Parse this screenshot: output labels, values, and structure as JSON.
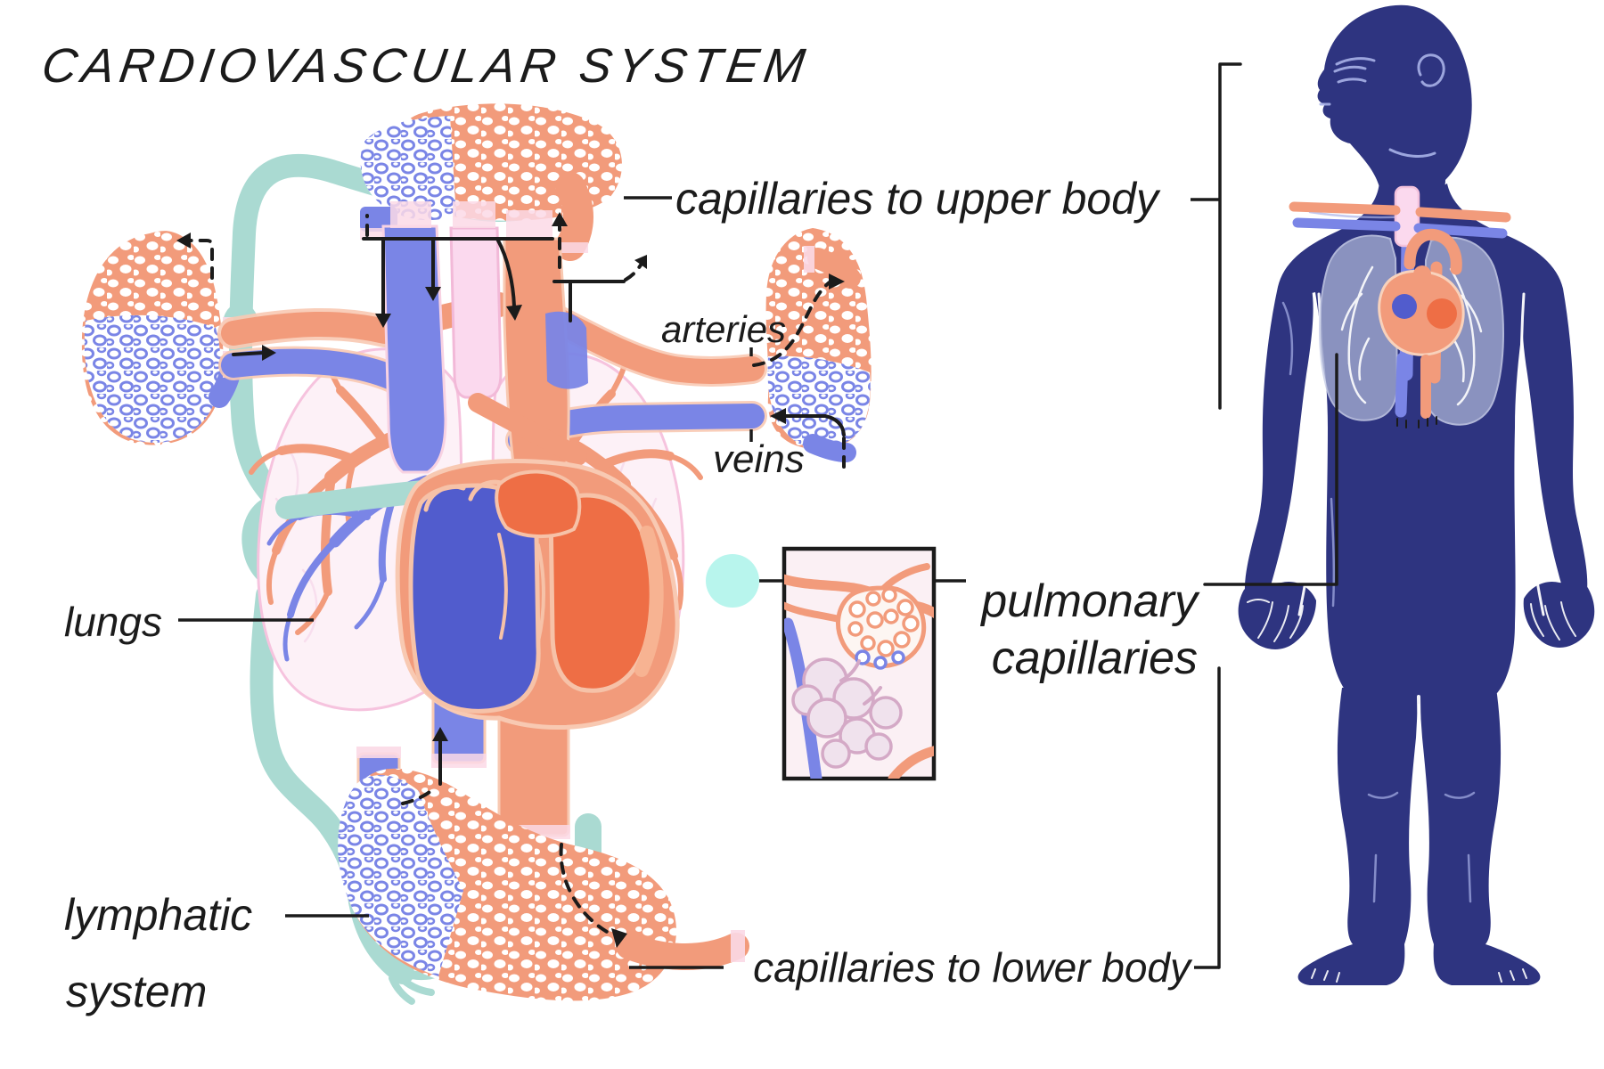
{
  "title": "CARDIOVASCULAR SYSTEM",
  "labels": {
    "capillaries_upper": "capillaries to upper body",
    "arteries": "arteries",
    "veins": "veins",
    "lungs": "lungs",
    "pulmonary_1": "pulmonary",
    "pulmonary_2": "capillaries",
    "lymphatic_1": "lymphatic",
    "lymphatic_2": "system",
    "capillaries_lower": "capillaries to lower body"
  },
  "colors": {
    "ink": "#1b1b1b",
    "artery": "#F29B7B",
    "artery_deep": "#EE6E45",
    "artery_pale": "#F8C9B2",
    "vein": "#7A85E6",
    "heart_blue": "#515CCD",
    "lung_fill": "#FDF1F7",
    "lung_outline": "#F6C3DE",
    "lung_inner": "#F7DCEC",
    "trachea_pink": "#FBD9EE",
    "cut_mark_pink": "#FBD9E6",
    "lymph_teal": "#AADAD2",
    "body_navy": "#2E3480",
    "body_highlight": "#A9B2E8",
    "chest_lung": "#9BA3CB",
    "inset_bg": "#FBF0F4",
    "alveoli_fill": "#F0E2ED",
    "alveoli_outline": "#D4A9C6",
    "capillary_highlight": "#7DECDF"
  }
}
